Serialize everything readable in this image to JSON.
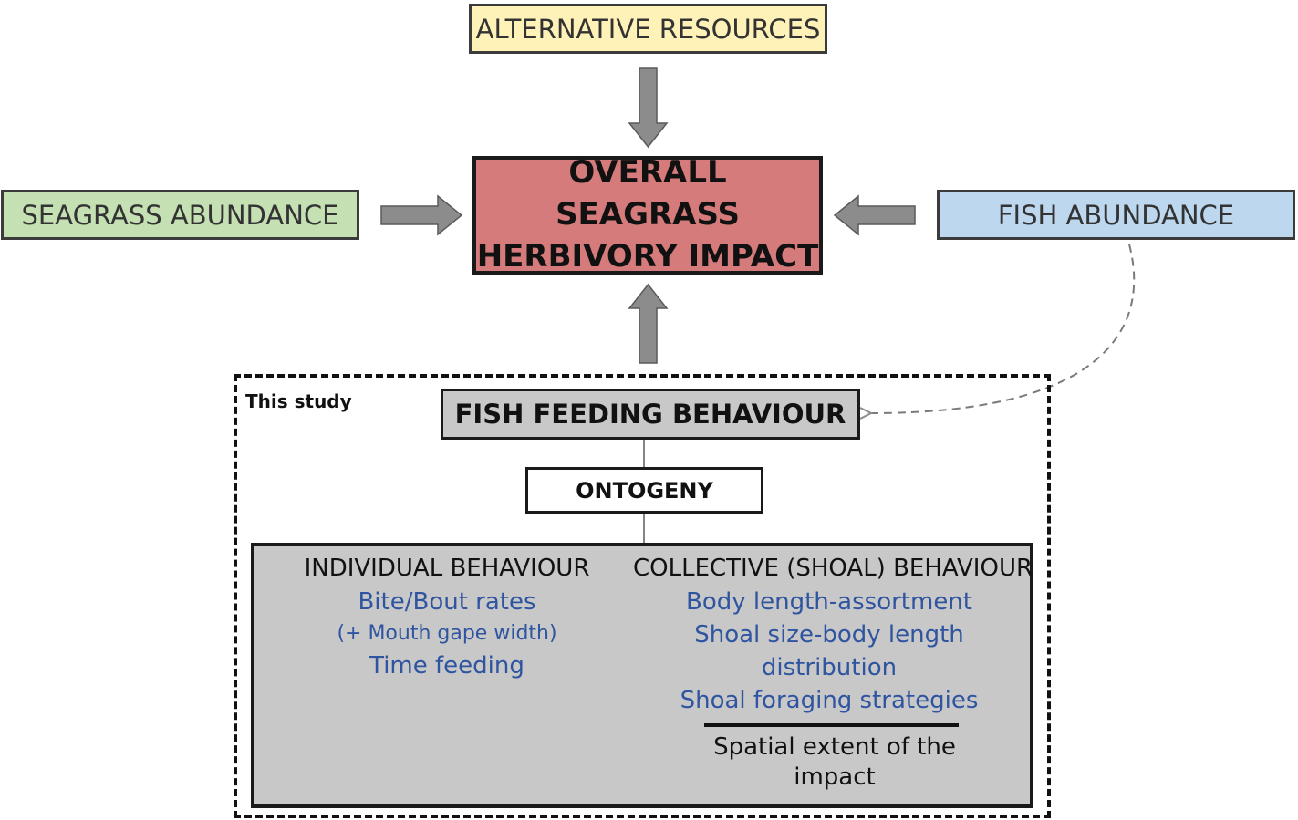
{
  "nodes": {
    "alternative_resources": "ALTERNATIVE RESOURCES",
    "seagrass_abundance": "SEAGRASS ABUNDANCE",
    "fish_abundance": "FISH ABUNDANCE",
    "impact_line1": "OVERALL SEAGRASS",
    "impact_line2": "HERBIVORY IMPACT",
    "study_label": "This study",
    "fish_feeding_behaviour": "FISH FEEDING BEHAVIOUR",
    "ontogeny": "ONTOGENY"
  },
  "individual": {
    "heading": "INDIVIDUAL BEHAVIOUR",
    "items": [
      "Bite/Bout rates",
      "(+ Mouth gape width)",
      "Time feeding"
    ]
  },
  "collective": {
    "heading": "COLLECTIVE (SHOAL) BEHAVIOUR",
    "items": [
      "Body length-assortment",
      "Shoal size-body length",
      "distribution",
      "Shoal foraging strategies"
    ],
    "outcome_line1": "Spatial extent of the",
    "outcome_line2": "impact"
  },
  "colors": {
    "alternative_resources": "#fff2b8",
    "seagrass_abundance": "#c5e0b3",
    "fish_abundance": "#bdd7ee",
    "impact": "#d57b7b",
    "behaviour_panel": "#c8c8c8",
    "blue_text": "#2f55a0",
    "arrow": "#8c8c8c"
  }
}
